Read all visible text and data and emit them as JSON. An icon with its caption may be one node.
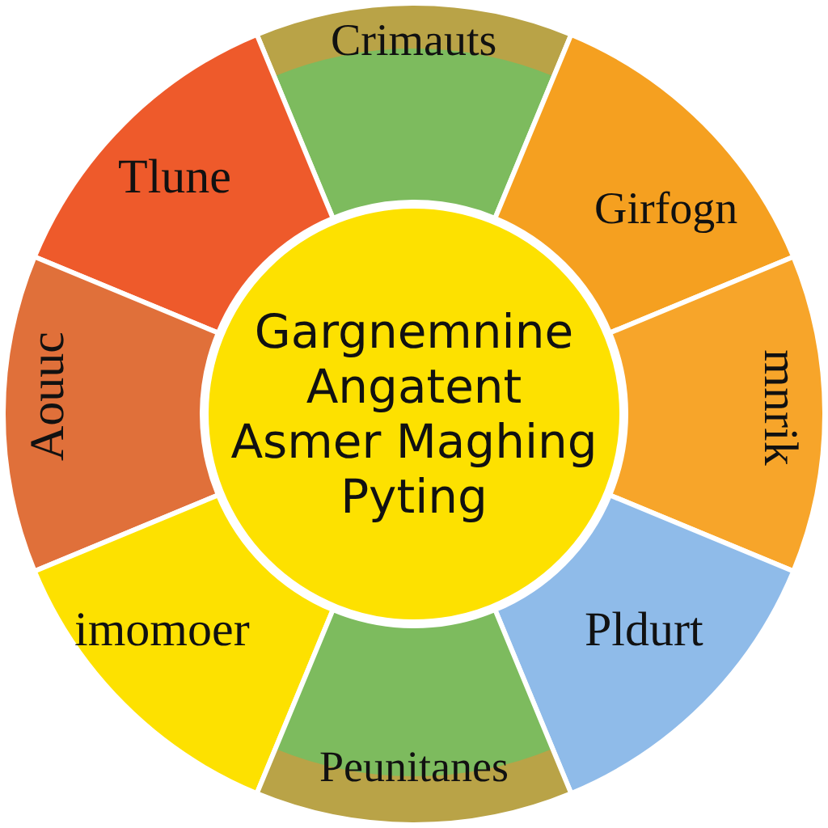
{
  "diagram": {
    "nodes": [
      {
        "text": [
          "Crimauts"
        ]
      },
      {
        "text": [
          "Tlune"
        ]
      },
      {
        "text": [
          "Girfogn"
        ]
      },
      {
        "text": [
          "Aouuc"
        ]
      },
      {
        "text": [
          "Gargnemnine Angatent Asmer Maghing Pyting"
        ]
      },
      {
        "text": [
          "mnrik"
        ]
      },
      {
        "text": [
          "imomoer"
        ]
      },
      {
        "text": [
          "Pldurt"
        ]
      },
      {
        "text": [
          "Peunitanes"
        ]
      }
    ],
    "edges": []
  }
}
